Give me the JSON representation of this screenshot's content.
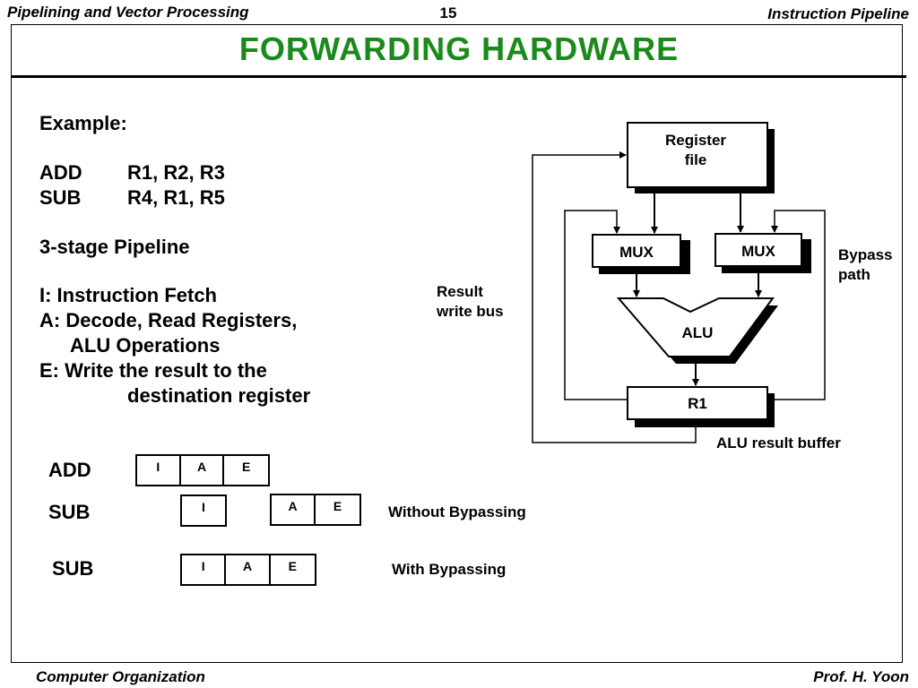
{
  "header": {
    "left": "Pipelining and Vector Processing",
    "page_number": "15",
    "right": "Instruction Pipeline"
  },
  "title": "FORWARDING  HARDWARE",
  "example": {
    "heading": "Example:",
    "code": [
      {
        "op": "ADD",
        "args": "R1, R2, R3"
      },
      {
        "op": "SUB",
        "args": "R4, R1, R5"
      }
    ],
    "pipeline_label": "3-stage Pipeline",
    "stages": [
      "I:  Instruction Fetch",
      "A: Decode, Read Registers,",
      "ALU Operations",
      "E: Write the result to the",
      "destination register"
    ]
  },
  "diagram": {
    "register_file": [
      "Register",
      "file"
    ],
    "mux_left": "MUX",
    "mux_right": "MUX",
    "alu": "ALU",
    "r1": "R1",
    "bypass_path": [
      "Bypass",
      "path"
    ],
    "result_write_bus": [
      "Result",
      "write bus"
    ],
    "alu_result_buffer": "ALU result buffer"
  },
  "timing": {
    "rows": [
      {
        "label": "ADD",
        "cells": [
          "I",
          "A",
          "E"
        ]
      },
      {
        "label": "SUB",
        "cells_first": [
          "I"
        ],
        "cells_second": [
          "A",
          "E"
        ],
        "note": "Without Bypassing"
      },
      {
        "label": "SUB",
        "cells": [
          "I",
          "A",
          "E"
        ],
        "note": "With Bypassing"
      }
    ]
  },
  "footer": {
    "left": "Computer Organization",
    "right": "Prof.  H. Yoon"
  }
}
